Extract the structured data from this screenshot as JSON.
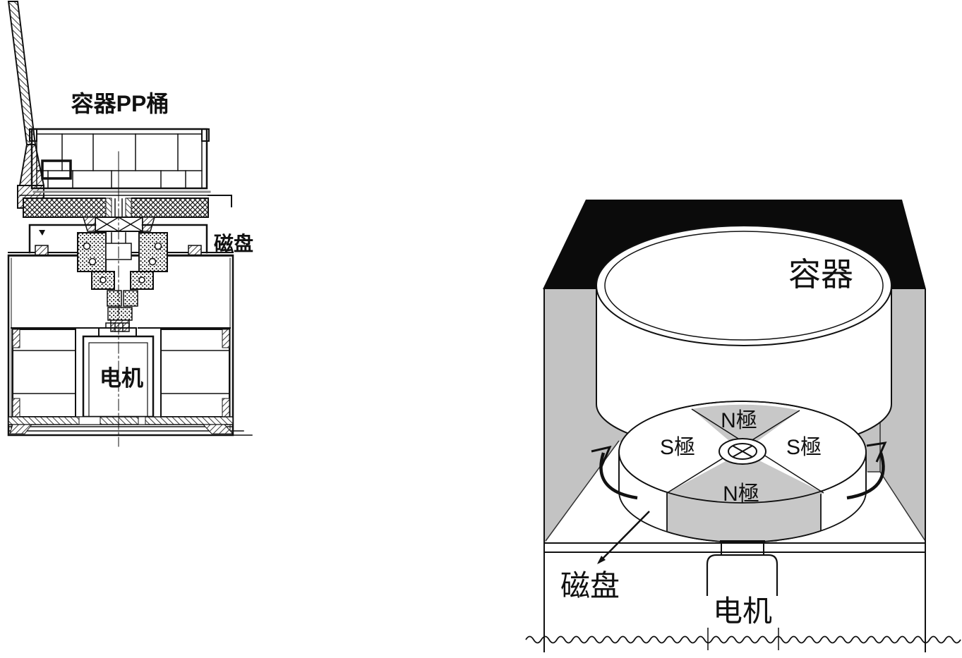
{
  "left_diagram": {
    "container_label": "容器PP桶",
    "disk_label": "磁盘",
    "motor_label": "电机"
  },
  "right_diagram": {
    "container_label": "容器",
    "pole_top": "N極",
    "pole_left": "S極",
    "pole_right": "S極",
    "pole_bottom": "N極",
    "disk_label": "磁盘",
    "motor_label": "电机"
  },
  "colors": {
    "wall_gray": "#c3c3c3",
    "ceiling_black": "#0b0b0b",
    "sector_gray": "#c8c8c8",
    "line": "#1a1a1a"
  }
}
